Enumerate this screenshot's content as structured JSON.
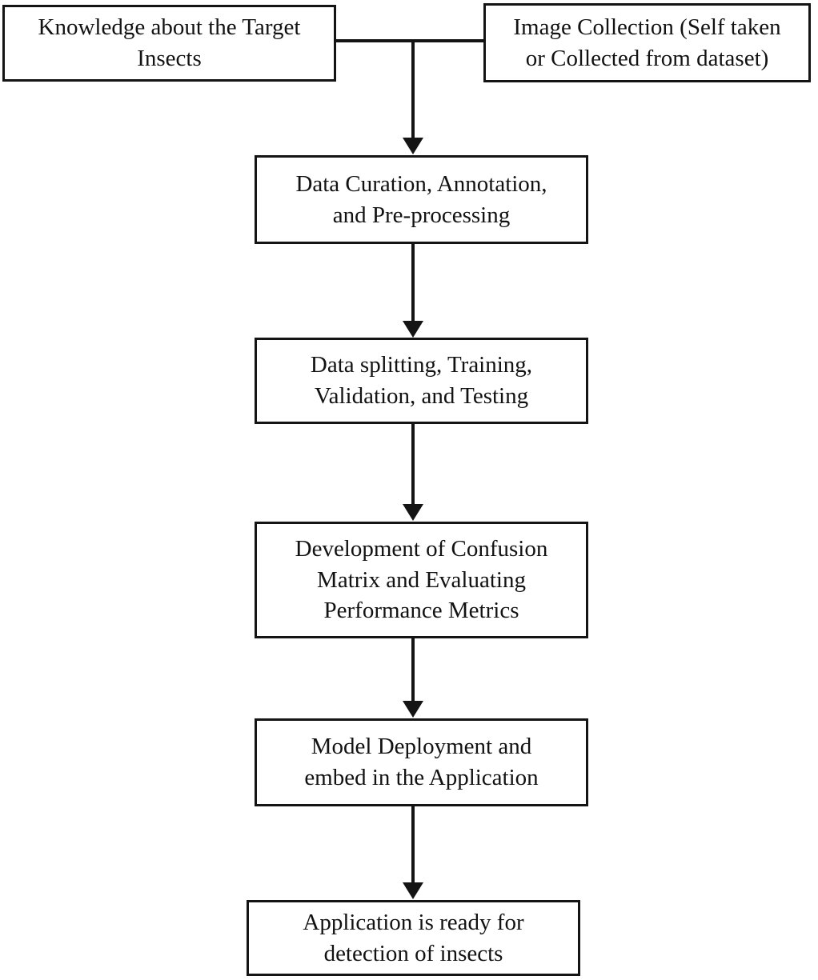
{
  "diagram": {
    "type": "flowchart",
    "colors": {
      "background": "#ffffff",
      "box_border": "#141414",
      "line": "#141414",
      "text": "#121212"
    },
    "nodes": [
      {
        "id": "knowledge",
        "label": "Knowledge about the Target Insects"
      },
      {
        "id": "image-collection",
        "label": "Image Collection (Self taken or Collected from dataset)"
      },
      {
        "id": "data-curation",
        "label": "Data Curation, Annotation, and Pre-processing"
      },
      {
        "id": "data-splitting",
        "label": "Data splitting, Training, Validation, and Testing"
      },
      {
        "id": "confusion-matrix",
        "label": "Development of Confusion Matrix and Evaluating Performance Metrics"
      },
      {
        "id": "model-deployment",
        "label": "Model Deployment and embed in the Application"
      },
      {
        "id": "application-ready",
        "label": "Application is ready for detection of insects"
      }
    ],
    "edges": [
      {
        "from": "knowledge",
        "to": "data-curation"
      },
      {
        "from": "image-collection",
        "to": "data-curation"
      },
      {
        "from": "data-curation",
        "to": "data-splitting"
      },
      {
        "from": "data-splitting",
        "to": "confusion-matrix"
      },
      {
        "from": "confusion-matrix",
        "to": "model-deployment"
      },
      {
        "from": "model-deployment",
        "to": "application-ready"
      }
    ]
  }
}
